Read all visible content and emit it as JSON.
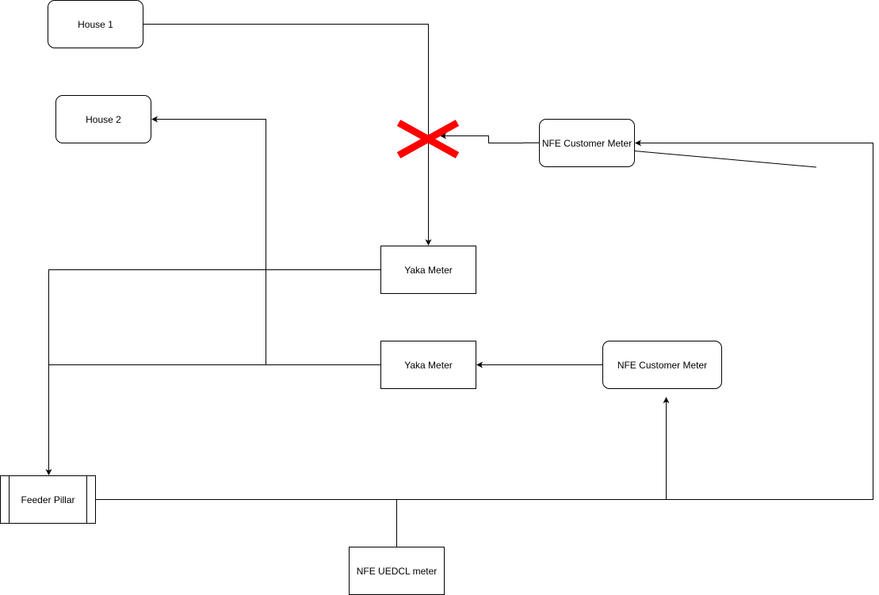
{
  "nodes": {
    "house1": "House 1",
    "house2": "House 2",
    "nfe_customer_meter_1": "NFE Customer Meter",
    "yaka_meter_1": "Yaka Meter",
    "yaka_meter_2": "Yaka Meter",
    "nfe_customer_meter_2": "NFE Customer Meter",
    "feeder_pillar": "Feeder Pillar",
    "nfe_uedcl_meter": "NFE UEDCL meter"
  },
  "colors": {
    "line": "#000000",
    "cross": "#ff0000"
  }
}
